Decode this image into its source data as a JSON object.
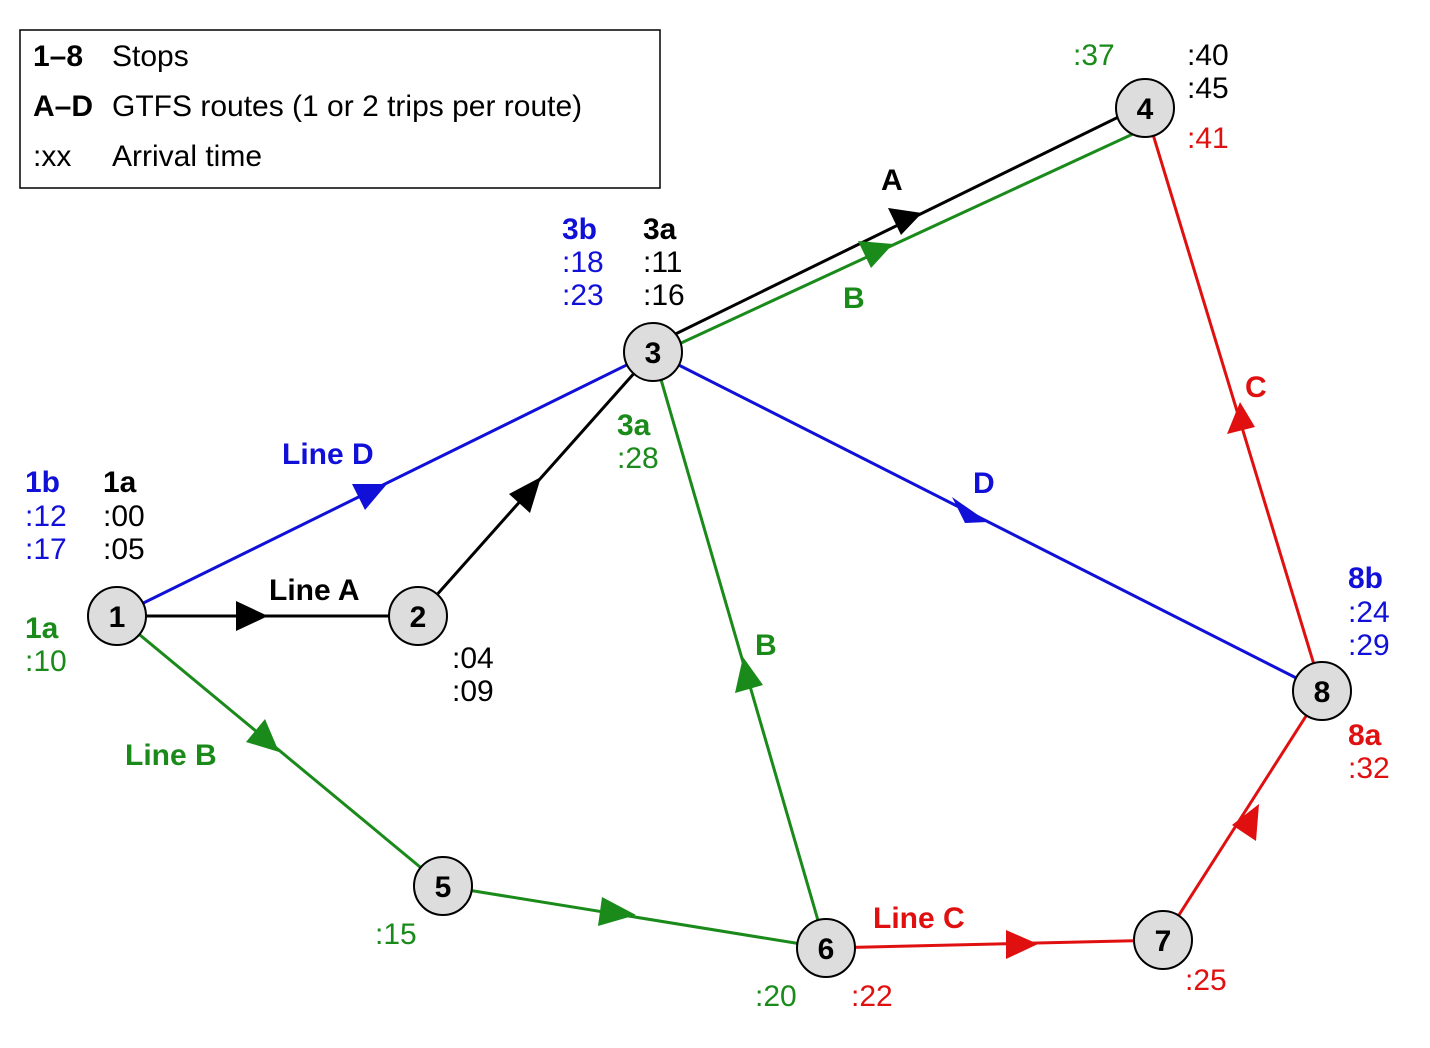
{
  "colors": {
    "A": "#000000",
    "B": "#1a8a1a",
    "C": "#e01010",
    "D": "#1010d8",
    "node_fill": "#dddddd"
  },
  "legend": {
    "rows": [
      {
        "key": "1–8",
        "desc": "Stops"
      },
      {
        "key": "A–D",
        "desc": "GTFS routes (1 or 2 trips per route)"
      },
      {
        "key": ":xx",
        "desc": "Arrival time"
      }
    ]
  },
  "stops": {
    "s1": "1",
    "s2": "2",
    "s3": "3",
    "s4": "4",
    "s5": "5",
    "s6": "6",
    "s7": "7",
    "s8": "8"
  },
  "route_labels": {
    "line_a": "Line A",
    "line_b": "Line B",
    "line_c": "Line C",
    "line_d": "Line D",
    "a": "A",
    "b1": "B",
    "b2": "B",
    "c": "C",
    "d": "D"
  },
  "times": {
    "s1_1b": "1b",
    "s1_1b_t1": ":12",
    "s1_1b_t2": ":17",
    "s1_1a": "1a",
    "s1_1a_t1": ":00",
    "s1_1a_t2": ":05",
    "s1_green": "1a",
    "s1_green_t": ":10",
    "s2_t1": ":04",
    "s2_t2": ":09",
    "s3_3b": "3b",
    "s3_3b_t1": ":18",
    "s3_3b_t2": ":23",
    "s3_3a": "3a",
    "s3_3a_t1": ":11",
    "s3_3a_t2": ":16",
    "s3_green": "3a",
    "s3_green_t": ":28",
    "s4_green": ":37",
    "s4_black1": ":40",
    "s4_black2": ":45",
    "s4_red": ":41",
    "s5_green": ":15",
    "s6_green": ":20",
    "s6_red": ":22",
    "s7_red": ":25",
    "s8_8b": "8b",
    "s8_8b_t1": ":24",
    "s8_8b_t2": ":29",
    "s8_8a": "8a",
    "s8_8a_t": ":32"
  }
}
